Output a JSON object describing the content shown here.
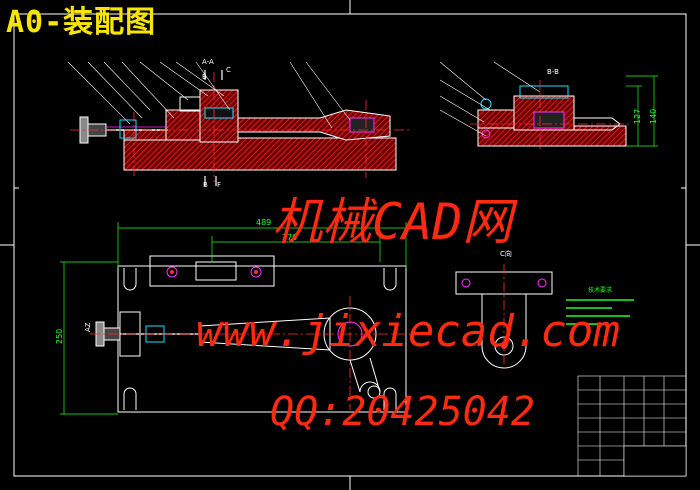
{
  "drawing": {
    "title": "A0-装配图",
    "views": {
      "front": {
        "section_marks": [
          "A-A",
          "B",
          "C",
          "B",
          "F"
        ]
      },
      "side": {
        "title": "B-B",
        "dims": [
          "127",
          "140"
        ]
      },
      "top": {
        "dims": [
          "489",
          "270",
          "250"
        ],
        "left_mark": "AZ"
      },
      "detail": {
        "title": "C向"
      }
    },
    "tech_requirements": {
      "title": "技术要求"
    }
  },
  "watermark": {
    "line1": "机械CAD网",
    "line2": "www.jixiecad.com",
    "line3": "QQ:20425042"
  },
  "colors": {
    "background": "#000000",
    "frame": "#ffffff",
    "section_fill": "#ff2020",
    "centerline": "#ff3030",
    "dimension": "#21ff21",
    "leader": "#ffffff",
    "accent_magenta": "#ff30ff",
    "accent_cyan": "#20e0ff",
    "title": "#f6e600",
    "watermark": "#ff2a10"
  }
}
